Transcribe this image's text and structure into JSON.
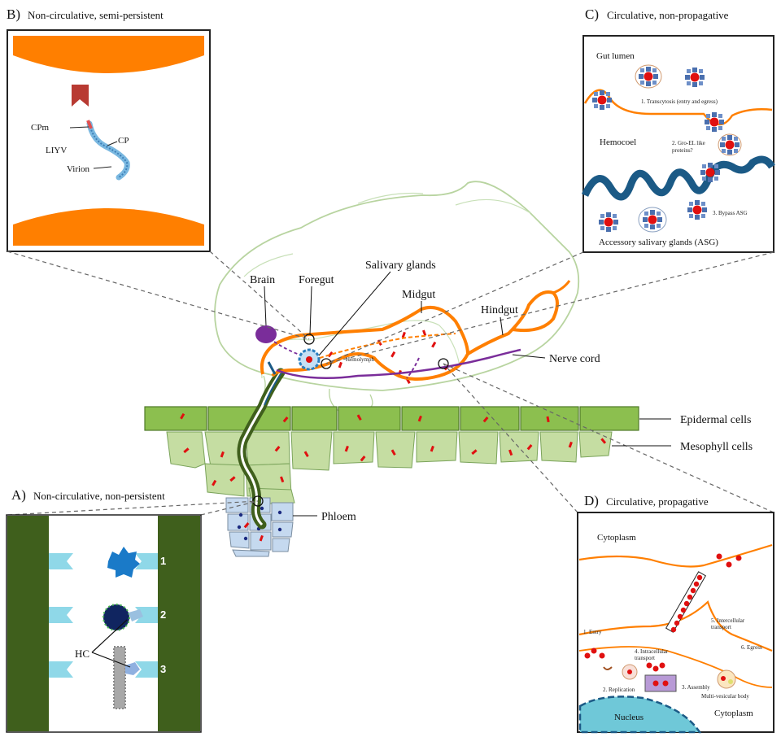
{
  "panels": {
    "a": {
      "letter": "A)",
      "title": "Non-circulative, non-persistent",
      "numbers": [
        "1",
        "2",
        "3"
      ],
      "hc_label": "HC"
    },
    "b": {
      "letter": "B)",
      "title": "Non-circulative, semi-persistent",
      "cpm_label": "CPm",
      "liyv_label": "LIYV",
      "cp_label": "CP",
      "virion_label": "Virion"
    },
    "c": {
      "letter": "C)",
      "title": "Circulative, non-propagative",
      "gut_lumen": "Gut lumen",
      "hemocoel": "Hemocoel",
      "step1": "1. Transcytosis  (entry and egress)",
      "step2_line1": "2. Gro-EL  like",
      "step2_line2": "proteins?",
      "step3": "3. Bypass ASG",
      "asg": "Accessory salivary glands (ASG)"
    },
    "d": {
      "letter": "D)",
      "title": "Circulative, propagative",
      "cytoplasm_top": "Cytoplasm",
      "entry": "1. Entry",
      "replication": "2. Replication",
      "assembly": "3. Assembly",
      "intracellular_1": "4. Intracellular",
      "intracellular_2": "transport",
      "intercellular_1": "5. Intercellular",
      "intercellular_2": "transport",
      "egress": "6. Egress",
      "mvb": "Multi-vesicular body",
      "nucleus": "Nucleus",
      "cytoplasm_bottom": "Cytoplasm"
    }
  },
  "insect": {
    "brain": "Brain",
    "foregut": "Foregut",
    "salivary_glands": "Salivary glands",
    "midgut": "Midgut",
    "hindgut": "Hindgut",
    "nerve_cord": "Nerve cord",
    "hemolymph": "Hemolymph"
  },
  "plant": {
    "epidermal": "Epidermal cells",
    "mesophyll": "Mesophyll cells",
    "phloem": "Phloem"
  },
  "colors": {
    "orange": "#ff7f00",
    "green_dark": "#3f5f1c",
    "leaf_green": "#8cbf4f",
    "mesophyll": "#c5dda2",
    "phloem": "#c5d9ef",
    "purple": "#7a2d9a",
    "navy": "#1b5a86",
    "virus_red": "#e01010"
  }
}
